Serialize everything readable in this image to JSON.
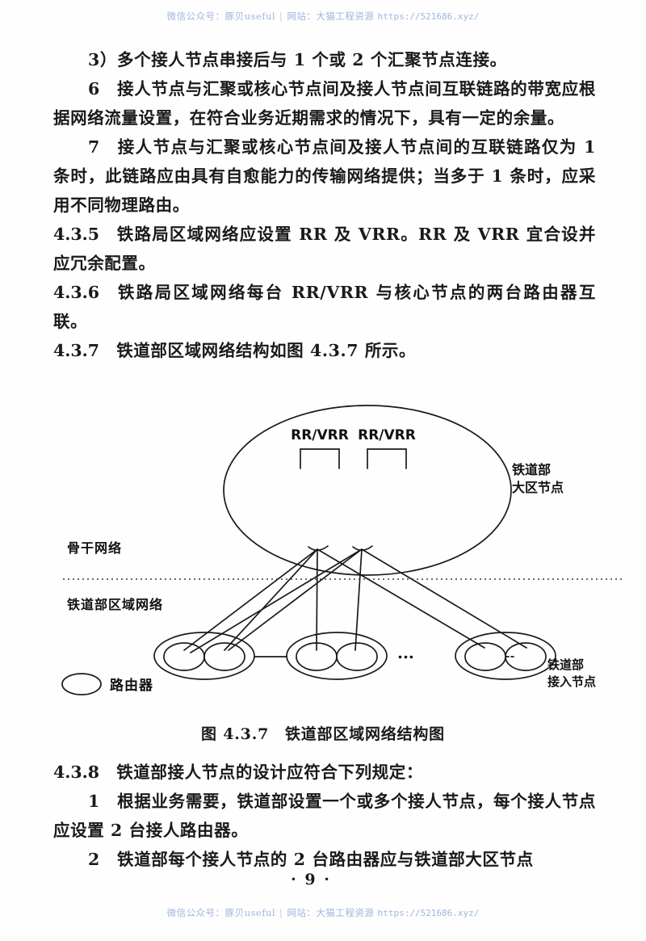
{
  "document": {
    "page_number": "· 9 ·",
    "watermark": {
      "prefix": "微信公众号：",
      "account": "豚贝useful",
      "separator": "|",
      "site_label": "网站：",
      "site_name": "大猫工程资源",
      "url": "https://521686.xyz/"
    }
  },
  "content": {
    "paragraphs": [
      {
        "id": "item-3",
        "text": "3）多个接人节点串接后与 1 个或 2 个汇聚节点连接。"
      },
      {
        "id": "item-6",
        "marker": "6",
        "text": "接人节点与汇聚或核心节点间及接人节点间互联链路的带宽应根据网络流量设置，在符合业务近期需求的情况下，具有一定的余量。"
      },
      {
        "id": "item-7",
        "marker": "7",
        "text": "接人节点与汇聚或核心节点间及接人节点间的互联链路仅为 1 条时，此链路应由具有自愈能力的传输网络提供；当多于 1 条时，应采用不同物理路由。"
      },
      {
        "id": "clause-4-3-5",
        "marker": "4.3.5",
        "text": "铁路局区域网络应设置 RR 及 VRR。RR 及 VRR 宜合设并应冗余配置。"
      },
      {
        "id": "clause-4-3-6",
        "marker": "4.3.6",
        "text": "铁路局区域网络每台 RR/VRR 与核心节点的两台路由器互联。"
      },
      {
        "id": "clause-4-3-7",
        "marker": "4.3.7",
        "text": "铁道部区域网络结构如图 4.3.7 所示。"
      }
    ],
    "paragraphs_after_figure": [
      {
        "id": "clause-4-3-8",
        "marker": "4.3.8",
        "text": "铁道部接人节点的设计应符合下列规定："
      },
      {
        "id": "item-1",
        "marker": "1",
        "text": "根据业务需要，铁道部设置一个或多个接人节点，每个接人节点应设置 2 台接人路由器。"
      },
      {
        "id": "item-2",
        "marker": "2",
        "text": "铁道部每个接人节点的 2 台路由器应与铁道部大区节点"
      }
    ]
  },
  "figure": {
    "caption_number": "图 4.3.7",
    "caption_title": "铁道部区域网络结构图",
    "labels": {
      "rr_vrr_left": "RR/VRR",
      "rr_vrr_right": "RR/VRR",
      "regional_node": [
        "铁道部",
        "大区节点"
      ],
      "backbone_network": "骨干网络",
      "ministry_regional_network": "铁道部区域网络",
      "access_node": [
        "铁道部",
        "接入节点"
      ],
      "ellipsis": "...",
      "legend_symbol_name": "router-ellipse",
      "legend_text": "路由器"
    }
  }
}
